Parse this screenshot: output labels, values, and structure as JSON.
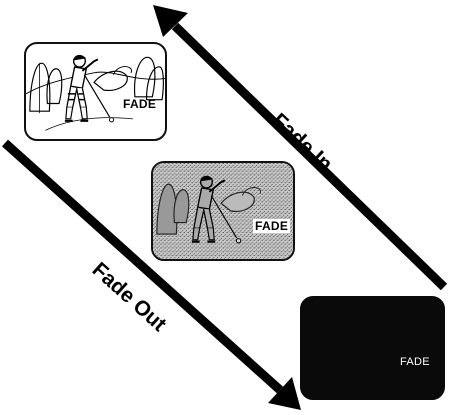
{
  "labels": {
    "fade_in": "Fade In",
    "fade_out": "Fade Out"
  },
  "frames": [
    {
      "caption": "FADE",
      "state": "clear"
    },
    {
      "caption": "FADE",
      "state": "dimmed"
    },
    {
      "caption": "FADE",
      "state": "black"
    }
  ],
  "colors": {
    "ink": "#000000",
    "paper": "#ffffff",
    "black_frame": "#0a0a0a"
  }
}
